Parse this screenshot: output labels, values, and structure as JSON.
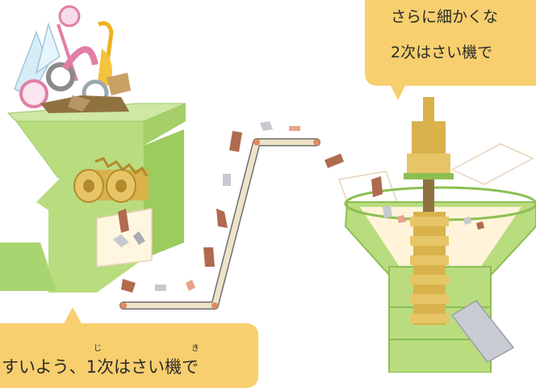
{
  "callout_top": {
    "line1": "さらに細かくな",
    "line2": "2次はさい機で"
  },
  "callout_bottom": {
    "text": "すいよう、1次はさい機で",
    "ruby_ji": "じ",
    "ruby_ki": "き"
  },
  "colors": {
    "machine_green": "#b9dc7f",
    "machine_green_dark": "#8cbf52",
    "crusher_gold": "#d9b24c",
    "conveyor": "#eee3c8",
    "rubble": "#b06a4e",
    "bubble": "#f7cf6e"
  }
}
